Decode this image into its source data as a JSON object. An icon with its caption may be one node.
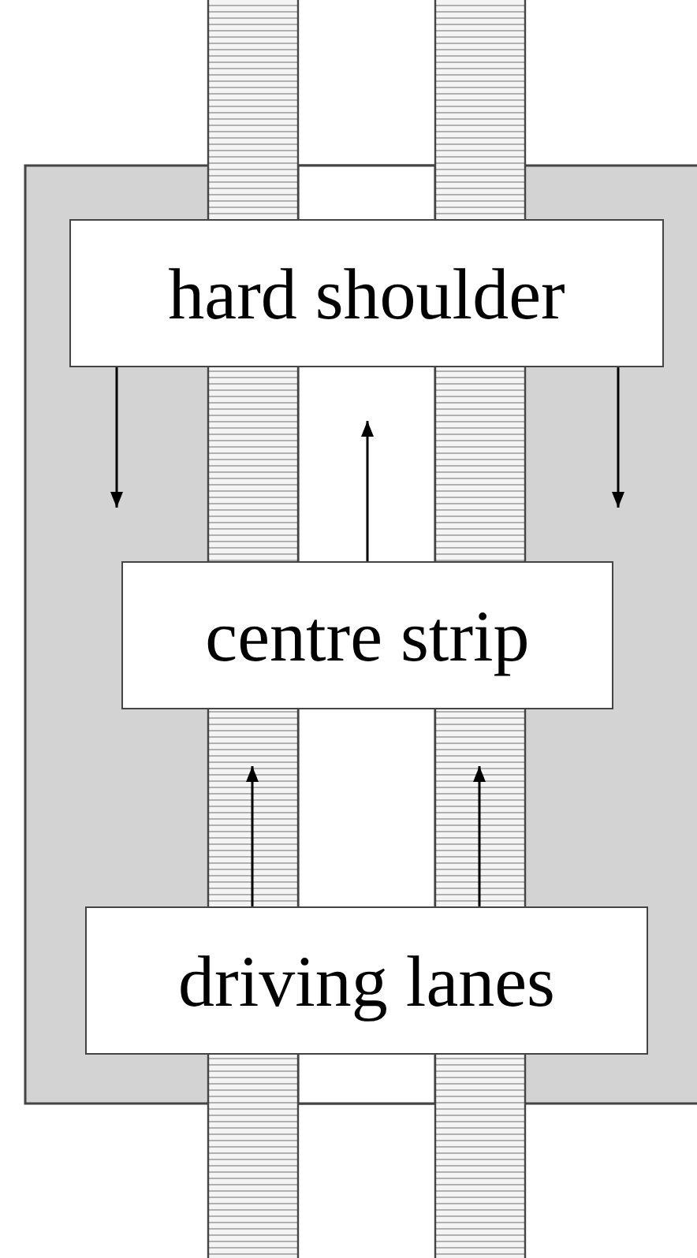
{
  "diagram": {
    "nodes": [
      {
        "text": [
          "hard shoulder"
        ]
      },
      {
        "text": [
          "centre strip"
        ]
      },
      {
        "text": [
          "driving lanes"
        ]
      }
    ],
    "edges": [
      {
        "from": 0,
        "to": null,
        "arrow": "to"
      },
      {
        "from": 0,
        "to": null,
        "arrow": "to"
      },
      {
        "from": 1,
        "to": null,
        "arrow": "to"
      },
      {
        "from": 2,
        "to": null,
        "arrow": "to"
      },
      {
        "from": 2,
        "to": null,
        "arrow": "to"
      }
    ]
  }
}
